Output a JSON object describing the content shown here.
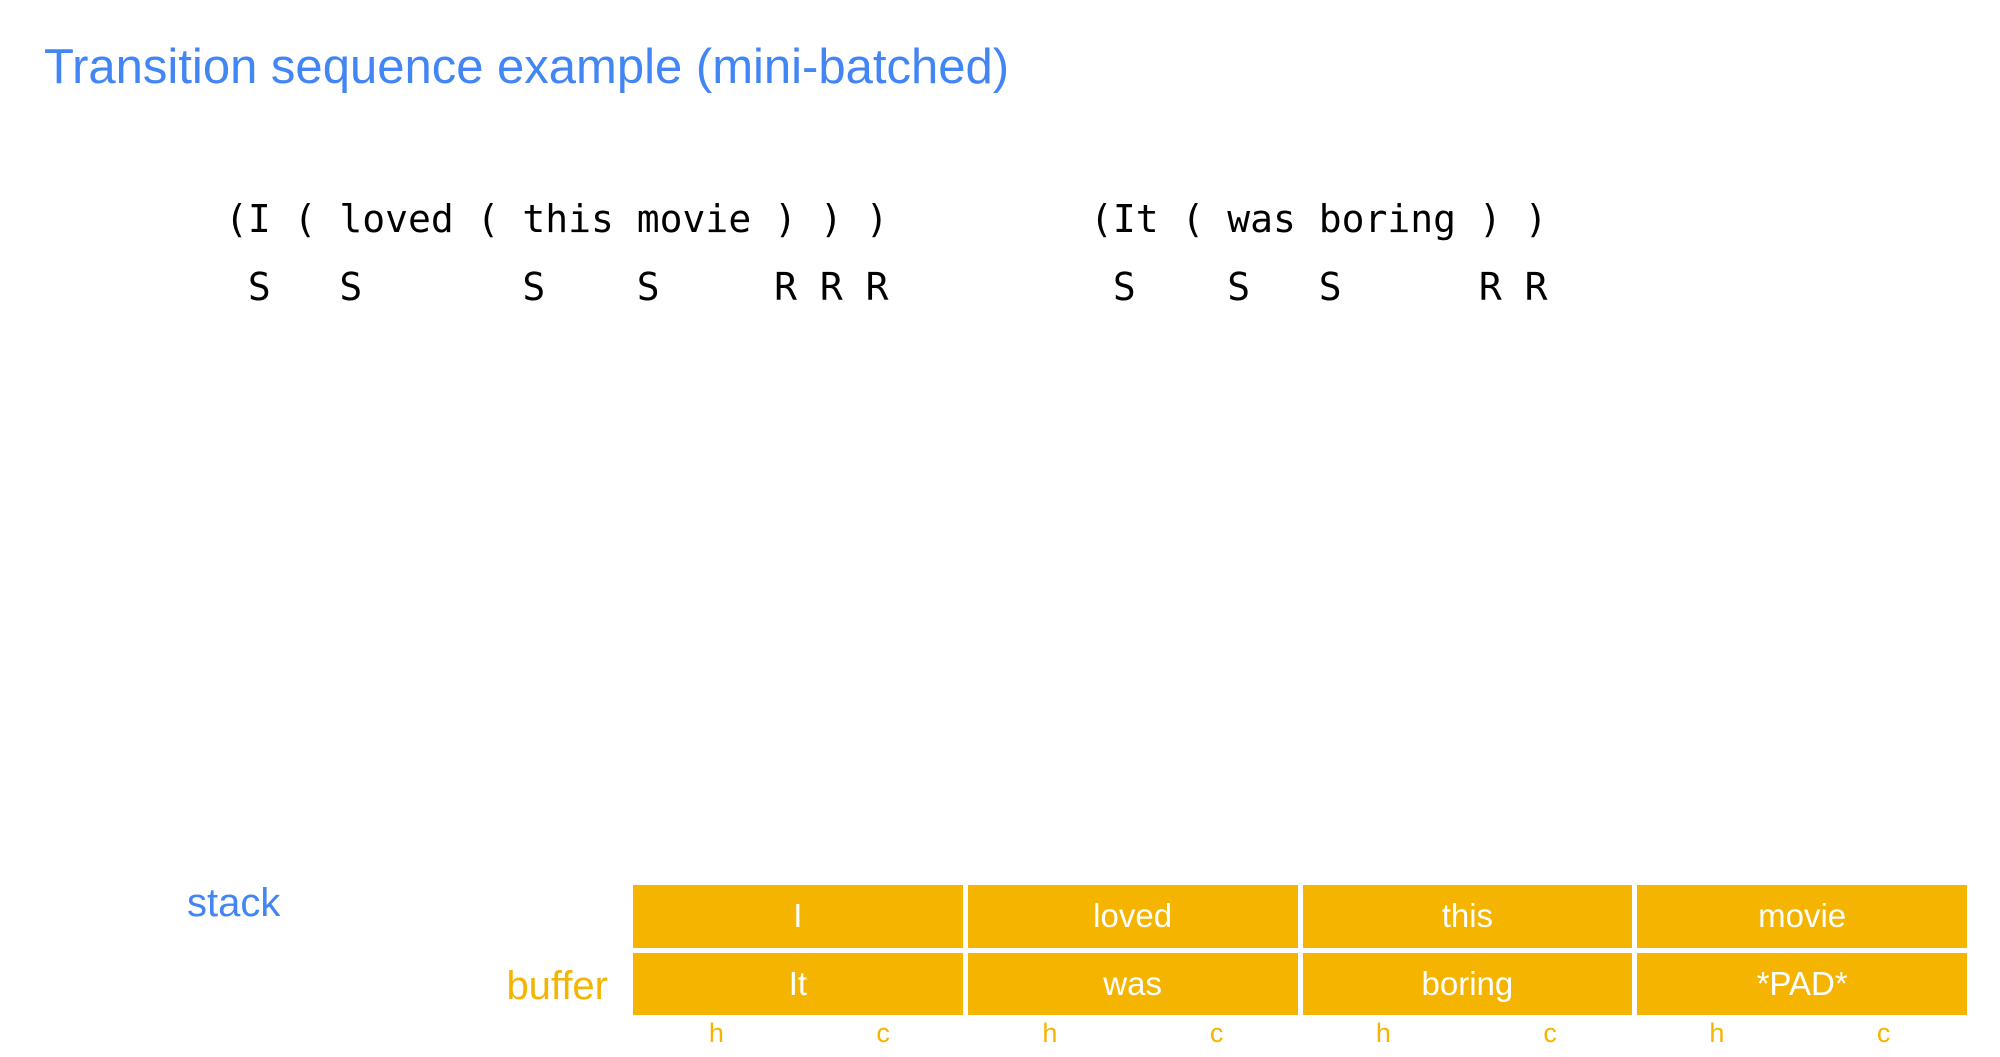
{
  "title": "Transition sequence example (mini-batched)",
  "colors": {
    "accent_blue": "#4285f4",
    "accent_orange": "#f4b400",
    "cell_text": "#ffffff",
    "mono_text": "#000000",
    "background": "#ffffff"
  },
  "examples": [
    {
      "sequence": "(I ( loved ( this movie ) ) )",
      "transitions": " S   S       S    S     R R R"
    },
    {
      "sequence": "(It ( was boring ) )",
      "transitions": " S    S   S      R R"
    }
  ],
  "labels": {
    "stack": "stack",
    "buffer": "buffer"
  },
  "buffer_table": {
    "rows": [
      {
        "cells": [
          "I",
          "loved",
          "this",
          "movie"
        ]
      },
      {
        "cells": [
          "It",
          "was",
          "boring",
          "*PAD*"
        ]
      }
    ],
    "hc_labels": [
      "h",
      "c",
      "h",
      "c",
      "h",
      "c",
      "h",
      "c"
    ]
  }
}
